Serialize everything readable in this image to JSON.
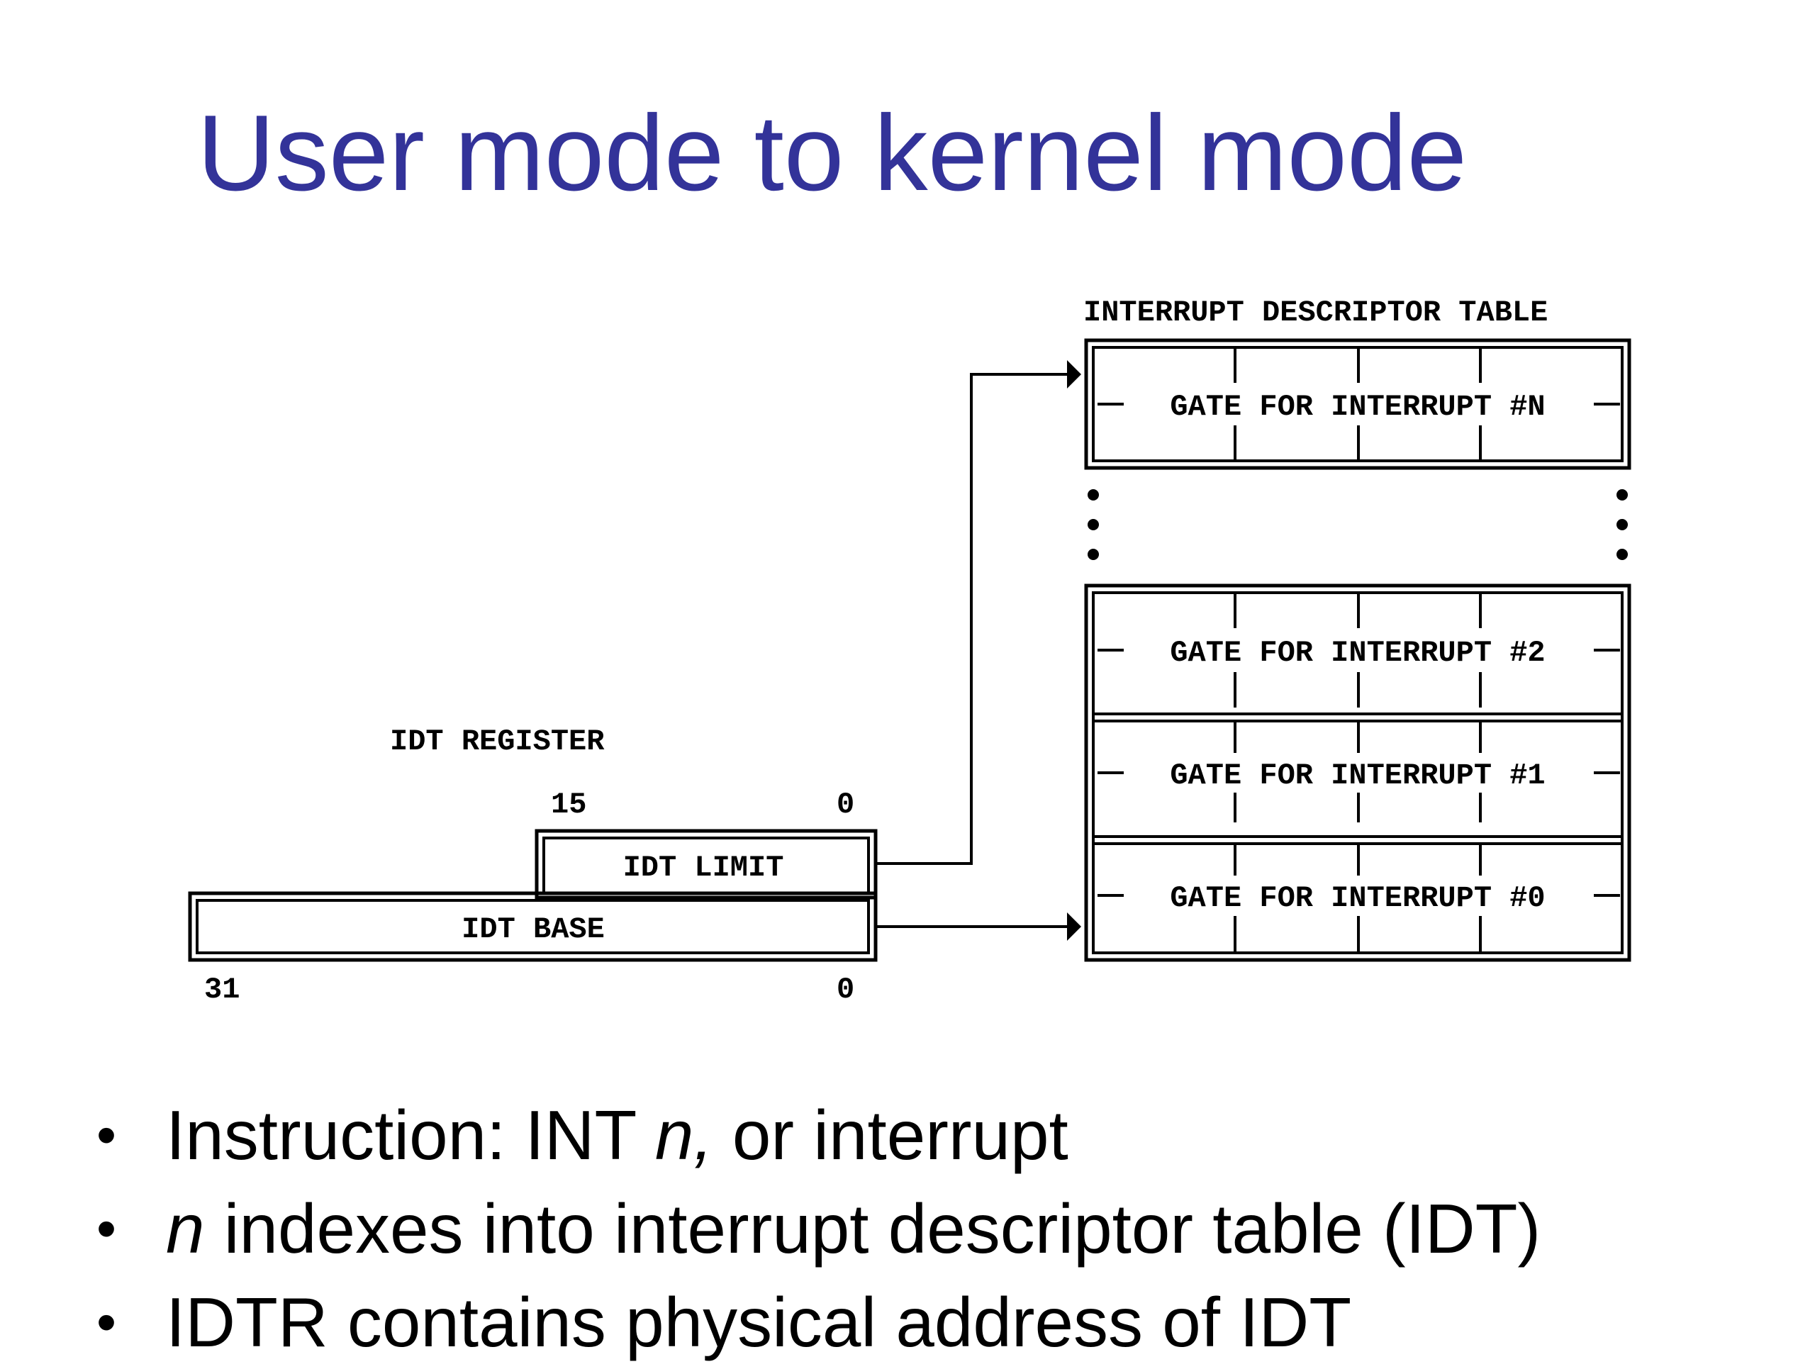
{
  "title": "User mode to kernel mode",
  "diagram": {
    "idt_title": "INTERRUPT DESCRIPTOR TABLE",
    "gates": [
      "GATE FOR INTERRUPT #N",
      "GATE FOR INTERRUPT #2",
      "GATE FOR INTERRUPT #1",
      "GATE FOR INTERRUPT #0"
    ],
    "register_label": "IDT REGISTER",
    "limit_label": "IDT LIMIT",
    "base_label": "IDT BASE",
    "bit_15": "15",
    "bit_0_top": "0",
    "bit_31": "31",
    "bit_0_bottom": "0"
  },
  "bullets": [
    {
      "pre": "Instruction: INT ",
      "em": "n,",
      "post": " or interrupt"
    },
    {
      "pre": "",
      "em": "n",
      "post": " indexes into interrupt descriptor table (IDT)"
    },
    {
      "pre": "IDTR contains physical address of IDT",
      "em": "",
      "post": ""
    }
  ]
}
